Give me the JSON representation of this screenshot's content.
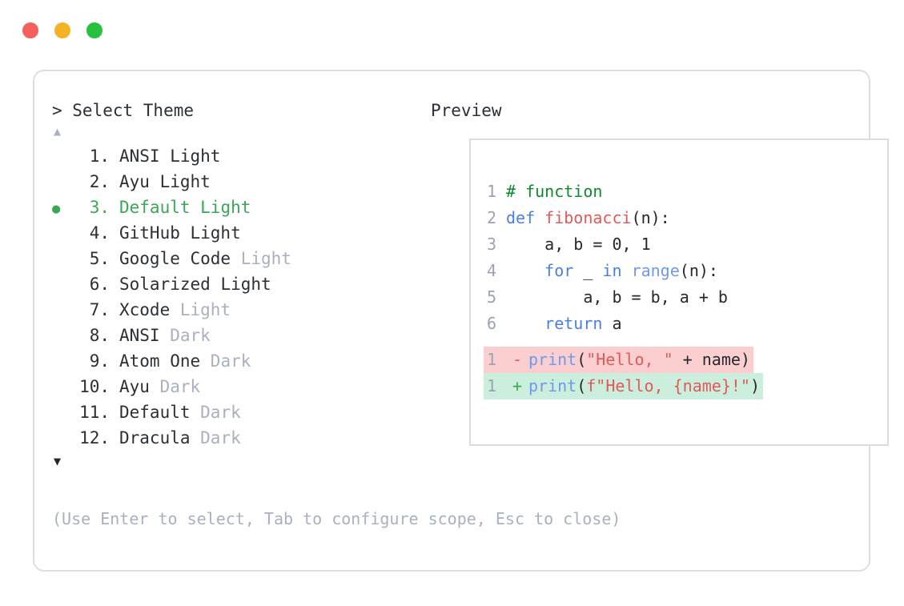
{
  "window": {
    "dots": [
      {
        "name": "close",
        "color": "#f4615c"
      },
      {
        "name": "minimize",
        "color": "#f5b324"
      },
      {
        "name": "maximize",
        "color": "#27c03f"
      }
    ]
  },
  "prompt": {
    "title": "> Select Theme",
    "scroll_up": "▲",
    "scroll_down": "▼",
    "selected_index": 3,
    "selected_bullet": "●"
  },
  "themes": [
    {
      "num": " 1.",
      "name": "ANSI",
      "suffix": " Light",
      "muted": false,
      "selected": false
    },
    {
      "num": " 2.",
      "name": "Ayu",
      "suffix": " Light",
      "muted": false,
      "selected": false
    },
    {
      "num": " 3.",
      "name": "Default",
      "suffix": " Light",
      "muted": false,
      "selected": true
    },
    {
      "num": " 4.",
      "name": "GitHub",
      "suffix": " Light",
      "muted": false,
      "selected": false
    },
    {
      "num": " 5.",
      "name": "Google Code",
      "suffix": " Light",
      "muted": true,
      "selected": false
    },
    {
      "num": " 6.",
      "name": "Solarized",
      "suffix": " Light",
      "muted": false,
      "selected": false
    },
    {
      "num": " 7.",
      "name": "Xcode",
      "suffix": " Light",
      "muted": true,
      "selected": false
    },
    {
      "num": " 8.",
      "name": "ANSI",
      "suffix": " Dark",
      "muted": true,
      "selected": false
    },
    {
      "num": " 9.",
      "name": "Atom One",
      "suffix": " Dark",
      "muted": true,
      "selected": false
    },
    {
      "num": "10.",
      "name": "Ayu",
      "suffix": " Dark",
      "muted": true,
      "selected": false
    },
    {
      "num": "11.",
      "name": "Default",
      "suffix": " Dark",
      "muted": true,
      "selected": false
    },
    {
      "num": "12.",
      "name": "Dracula",
      "suffix": " Dark",
      "muted": true,
      "selected": false
    }
  ],
  "hint": "(Use Enter to select, Tab to configure scope, Esc to close)",
  "preview": {
    "label": "Preview",
    "code": [
      {
        "n": "1",
        "tokens": [
          {
            "t": "# function",
            "c": "comment"
          }
        ]
      },
      {
        "n": "2",
        "tokens": [
          {
            "t": "def ",
            "c": "kw"
          },
          {
            "t": "fibonacci",
            "c": "fn"
          },
          {
            "t": "(n):",
            "c": "plain"
          }
        ]
      },
      {
        "n": "3",
        "tokens": [
          {
            "t": "    a, b = ",
            "c": "plain"
          },
          {
            "t": "0",
            "c": "num"
          },
          {
            "t": ", ",
            "c": "plain"
          },
          {
            "t": "1",
            "c": "num"
          }
        ]
      },
      {
        "n": "4",
        "tokens": [
          {
            "t": "    ",
            "c": "plain"
          },
          {
            "t": "for",
            "c": "kw"
          },
          {
            "t": " _ ",
            "c": "plain"
          },
          {
            "t": "in",
            "c": "kw"
          },
          {
            "t": " ",
            "c": "plain"
          },
          {
            "t": "range",
            "c": "builtin"
          },
          {
            "t": "(n):",
            "c": "plain"
          }
        ]
      },
      {
        "n": "5",
        "tokens": [
          {
            "t": "        a, b = b, a + b",
            "c": "plain"
          }
        ]
      },
      {
        "n": "6",
        "tokens": [
          {
            "t": "    ",
            "c": "plain"
          },
          {
            "t": "return",
            "c": "kw"
          },
          {
            "t": " a",
            "c": "plain"
          }
        ]
      }
    ],
    "diff": [
      {
        "n": "1",
        "sign": "-",
        "kind": "del",
        "tokens": [
          {
            "t": "print",
            "c": "builtin"
          },
          {
            "t": "(",
            "c": "plain"
          },
          {
            "t": "\"Hello, \"",
            "c": "str"
          },
          {
            "t": " + name)",
            "c": "plain"
          }
        ]
      },
      {
        "n": "1",
        "sign": "+",
        "kind": "add",
        "tokens": [
          {
            "t": "print",
            "c": "builtin"
          },
          {
            "t": "(",
            "c": "plain"
          },
          {
            "t": "f\"Hello, {name}!\"",
            "c": "str"
          },
          {
            "t": ")",
            "c": "plain"
          }
        ]
      }
    ]
  },
  "colors": {
    "accent_green": "#3aa757",
    "muted": "#a9b1bf",
    "text": "#2b2f38",
    "diff_add_bg": "#cceedd",
    "diff_del_bg": "#fbcfd0",
    "border": "#dcdfe6"
  }
}
